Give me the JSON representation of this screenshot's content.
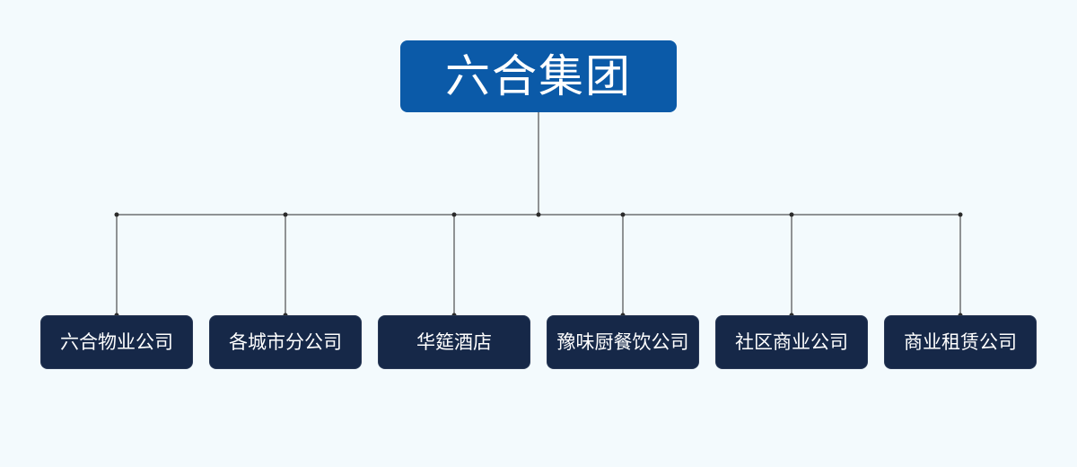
{
  "diagram": {
    "colors": {
      "background": "#f3fafd",
      "root_fill": "#0b5aa8",
      "child_fill": "#162848",
      "line": "#2b2b2b",
      "text": "#ffffff"
    },
    "root": {
      "label": "六合集团"
    },
    "children": [
      {
        "label": "六合物业公司"
      },
      {
        "label": "各城市分公司"
      },
      {
        "label": "华筵酒店"
      },
      {
        "label": "豫味厨餐饮公司"
      },
      {
        "label": "社区商业公司"
      },
      {
        "label": "商业租赁公司"
      }
    ]
  }
}
